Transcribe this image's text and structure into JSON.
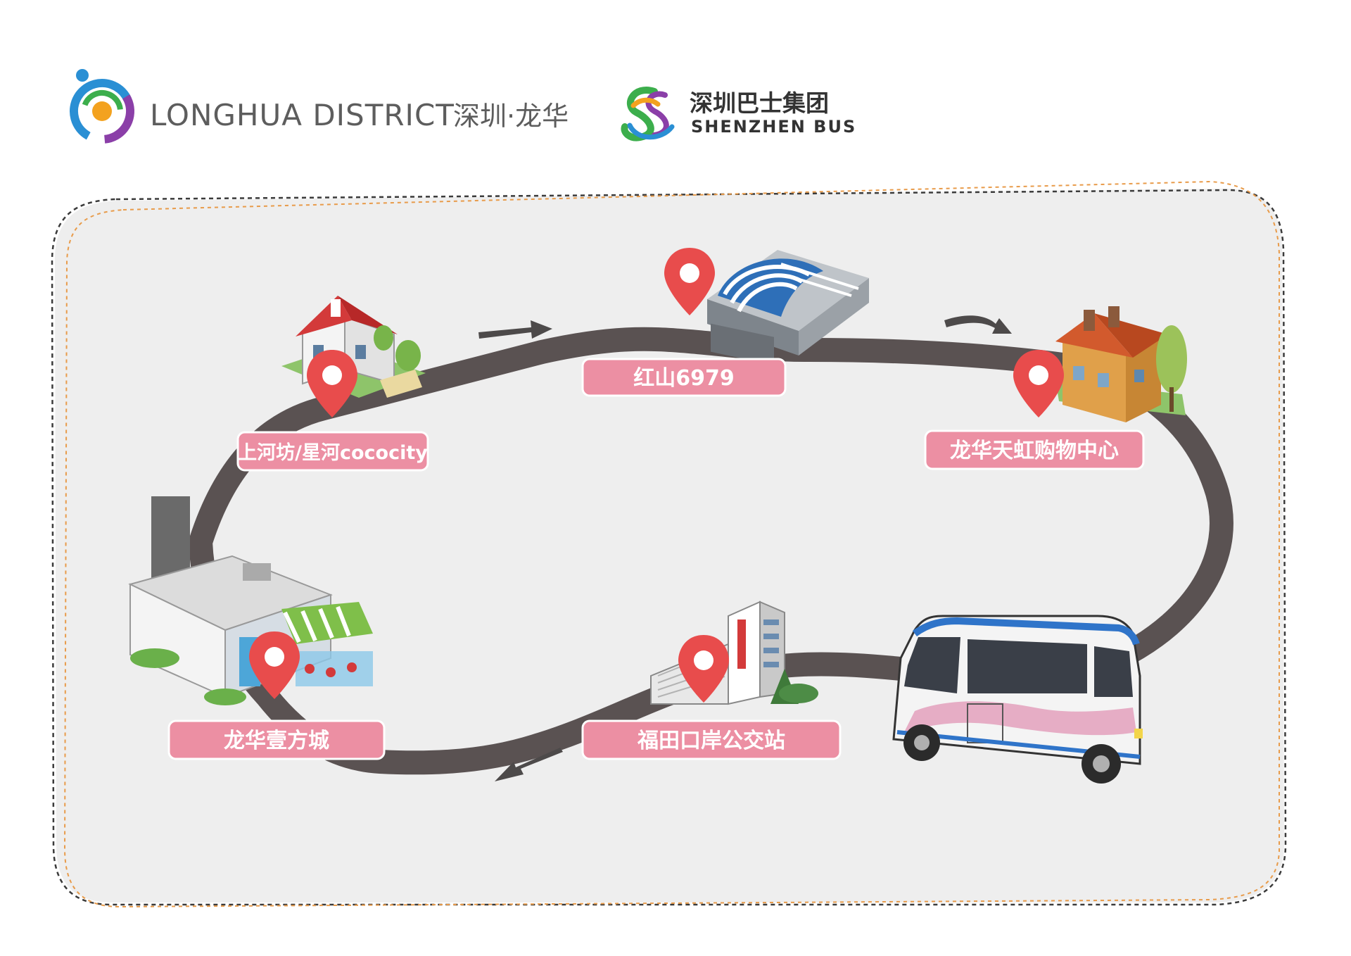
{
  "header": {
    "district_logo": {
      "name_text": "LONGHUA DISTRICT",
      "chinese_text": "深圳·龙华",
      "icon": "longhua-district-logo-icon"
    },
    "bus_logo": {
      "chinese_text": "深圳巴士集团",
      "english_text": "SHENZHEN BUS",
      "icon": "shenzhen-bus-logo-icon"
    }
  },
  "route": {
    "stops": [
      {
        "label": "红山6979",
        "icon": "train-station-icon"
      },
      {
        "label": "龙华天虹购物中心",
        "icon": "shopping-building-icon"
      },
      {
        "label": "福田口岸公交站",
        "icon": "port-building-icon"
      },
      {
        "label": "龙华壹方城",
        "icon": "mall-icon"
      },
      {
        "label": "上河坊/星河cococity",
        "icon": "house-icon"
      }
    ],
    "direction": "clockwise",
    "vehicle": "minibus-icon"
  },
  "colors": {
    "background": "#ffffff",
    "panel": "#eeeeee",
    "road": "#5a5252",
    "label_fill": "#ec8fa3",
    "label_border": "#ffffff",
    "pin": "#e84c4c",
    "arrow": "#4d4a4a",
    "logo_blue": "#2a8fd4",
    "logo_purple": "#8b3fa8",
    "logo_orange": "#f3a21f",
    "logo_green": "#3cae4c"
  }
}
